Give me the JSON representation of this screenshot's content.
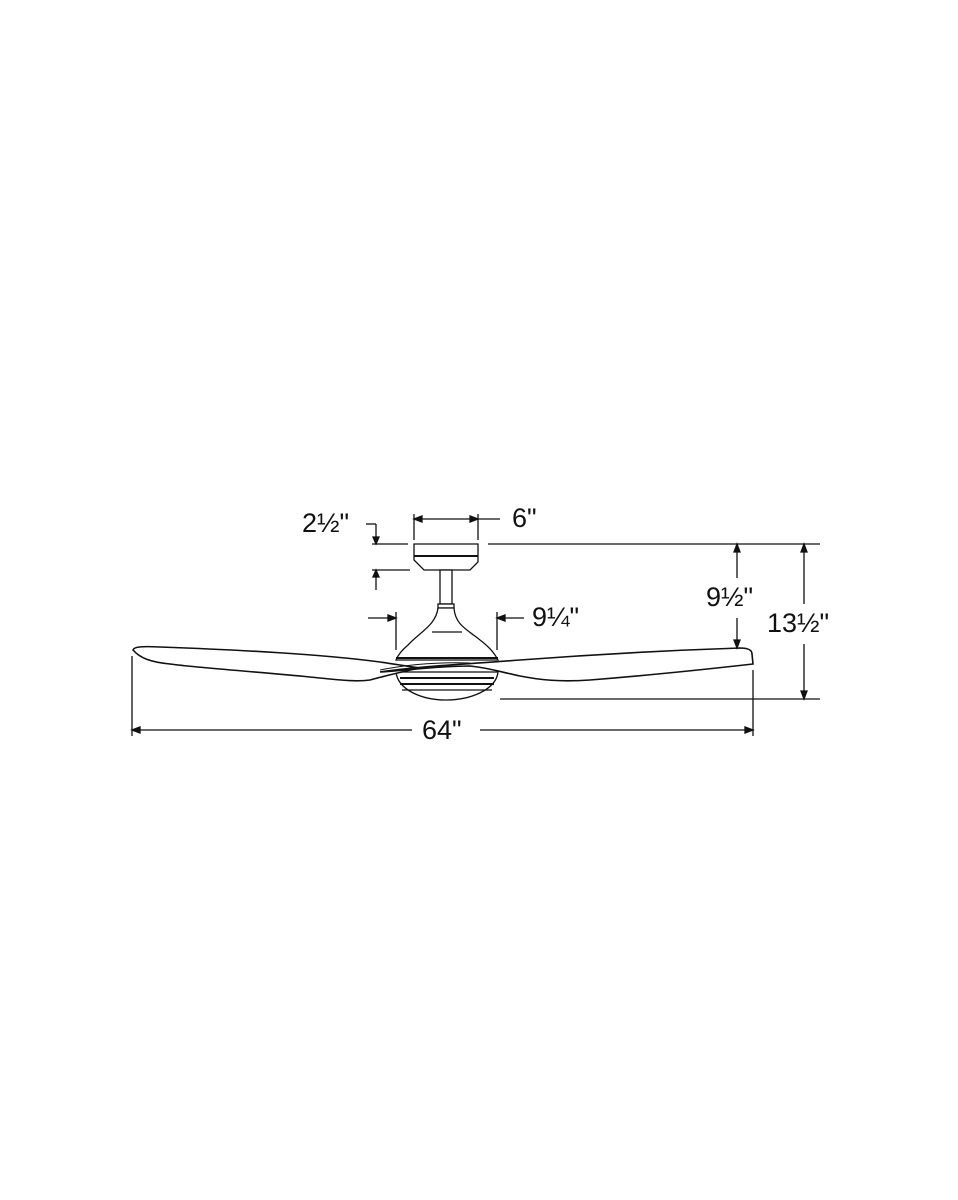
{
  "diagram": {
    "subject": "Ceiling fan side elevation with dimensions",
    "line_color": "#111111",
    "background": "#ffffff",
    "dimensions": {
      "canopy_height": "2½\"",
      "canopy_width": "6\"",
      "motor_width": "9¼\"",
      "ceiling_to_blade": "9½\"",
      "overall_height": "13½\"",
      "blade_span": "64\""
    }
  }
}
